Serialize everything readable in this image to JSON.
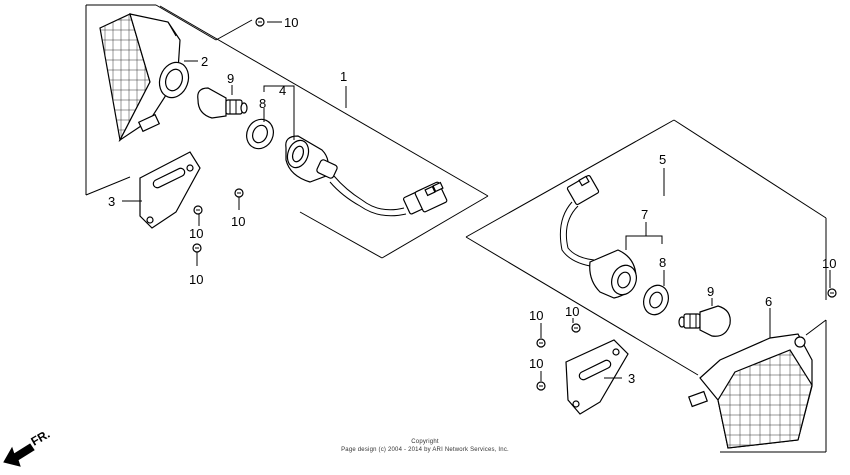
{
  "callouts": {
    "c1": "1",
    "c2": "2",
    "c3a": "3",
    "c3b": "3",
    "c4": "4",
    "c5": "5",
    "c6": "6",
    "c7": "7",
    "c8a": "8",
    "c8b": "8",
    "c9a": "9",
    "c9b": "9",
    "c10a": "10",
    "c10b": "10",
    "c10c": "10",
    "c10d": "10",
    "c10e": "10",
    "c10f": "10",
    "c10g": "10"
  },
  "direction_label": "FR.",
  "footer": {
    "line1": "Copyright",
    "line2": "Page design (c) 2004 - 2014 by ARI Network Services, Inc."
  }
}
